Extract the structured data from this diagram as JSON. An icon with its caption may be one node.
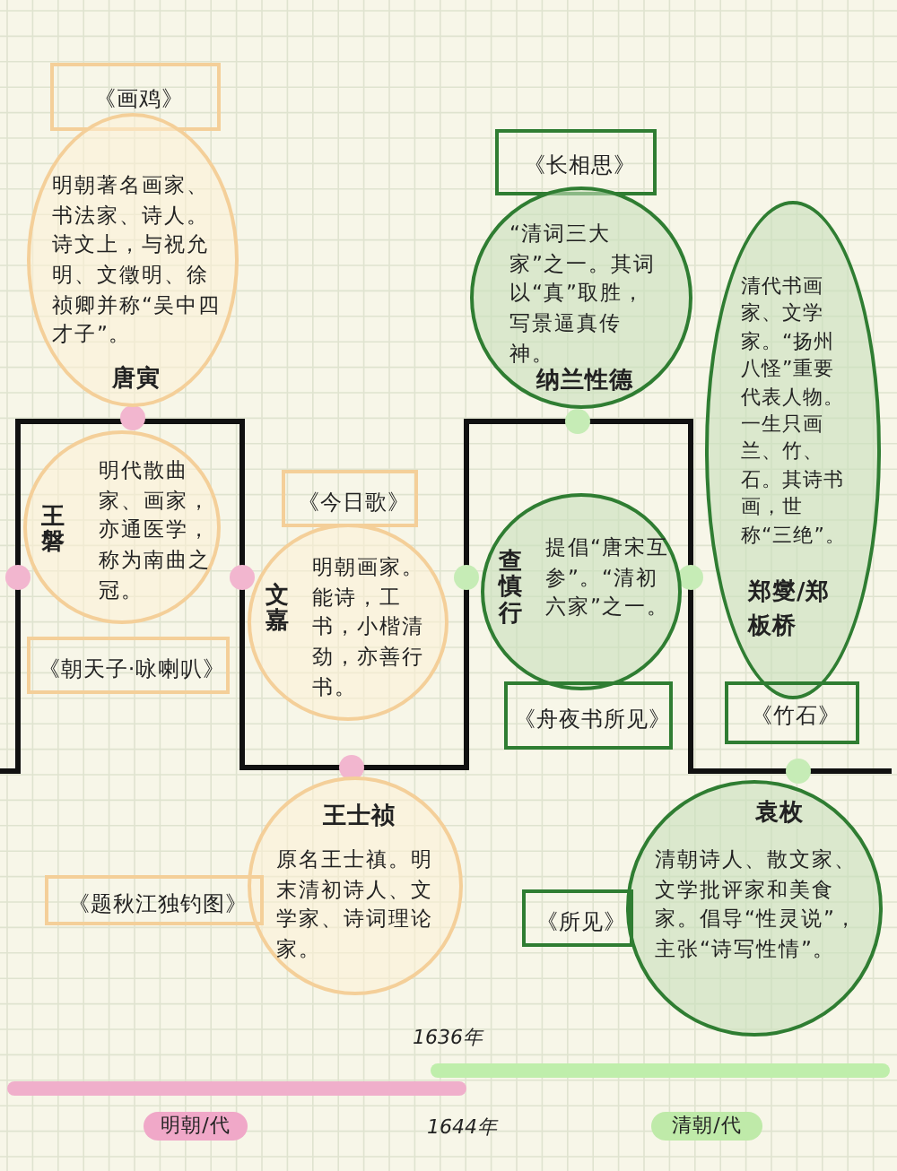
{
  "diagram": {
    "nodes": [
      {
        "text": [
          "《画鸡》"
        ]
      },
      {
        "text": [
          "明朝著名画家、书法家、诗人。诗文上，与祝允明、文徵明、徐祯卿并称“吴中四才子”。",
          "唐寅"
        ]
      },
      {
        "text": [
          "《长相思》"
        ]
      },
      {
        "text": [
          "“清词三大家”之一。其词以“真”取胜，写景逼真传神。",
          "纳兰性德"
        ]
      },
      {
        "text": [
          "清代书画家、文学家。“扬州八怪”重要代表人物。一生只画兰、竹、石。其诗书画，世称“三绝”。",
          "郑燮/郑板桥"
        ]
      },
      {
        "text": [
          "王磐",
          "明代散曲家、画家，亦通医学，称为南曲之冠。"
        ]
      },
      {
        "text": [
          "《今日歌》"
        ]
      },
      {
        "text": [
          "文嘉",
          "明朝画家。能诗，工书，小楷清劲，亦善行书。"
        ]
      },
      {
        "text": [
          "查慎行",
          "提倡“唐宋互参”。“清初六家”之一。"
        ]
      },
      {
        "text": [
          "《朝天子·咏喇叭》"
        ]
      },
      {
        "text": [
          "《舟夜书所见》"
        ]
      },
      {
        "text": [
          "《竹石》"
        ]
      },
      {
        "text": [
          "王士祯",
          "原名王士禛。明末清初诗人、文学家、诗词理论家。"
        ]
      },
      {
        "text": [
          "袁枚",
          "清朝诗人、散文家、文学批评家和美食家。倡导“性灵说”，主张“诗写性情”。"
        ]
      },
      {
        "text": [
          "《题秋江独钓图》"
        ]
      },
      {
        "text": [
          "《所见》"
        ]
      },
      {
        "text": [
          "明朝/代"
        ]
      },
      {
        "text": [
          "清朝/代"
        ]
      }
    ],
    "labels": [
      "1636年",
      "1644年"
    ]
  }
}
